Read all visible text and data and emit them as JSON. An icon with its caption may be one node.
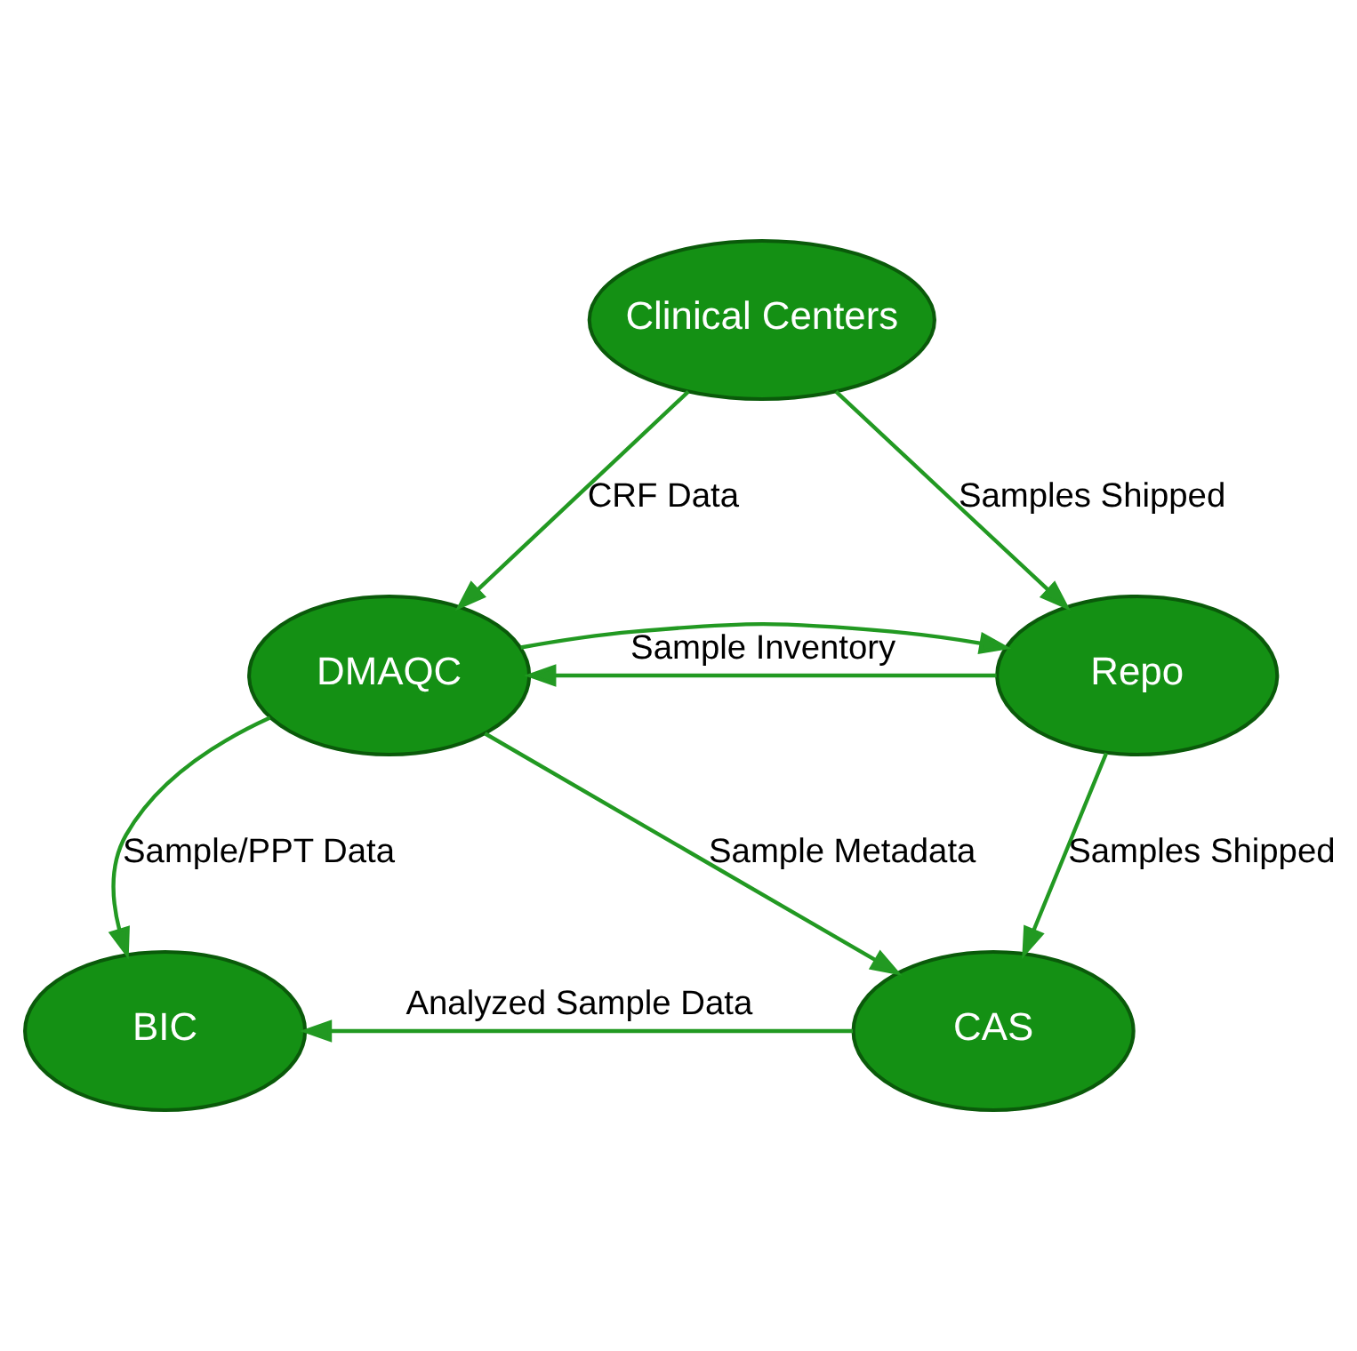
{
  "diagram": {
    "nodes": [
      {
        "text": [
          "Clinical Centers"
        ]
      },
      {
        "text": [
          "DMAQC"
        ]
      },
      {
        "text": [
          "Repo"
        ]
      },
      {
        "text": [
          "BIC"
        ]
      },
      {
        "text": [
          "CAS"
        ]
      }
    ],
    "edges": [
      {
        "from": 0,
        "to": 1,
        "arrow": "to",
        "label": "CRF Data"
      },
      {
        "from": 0,
        "to": 2,
        "arrow": "to",
        "label": "Samples Shipped"
      },
      {
        "from": 2,
        "to": 1,
        "arrow": "to",
        "label": "Sample Inventory"
      },
      {
        "from": 1,
        "to": 2,
        "arrow": "to"
      },
      {
        "from": 1,
        "to": 3,
        "arrow": "to",
        "label": "Sample/PPT Data"
      },
      {
        "from": 1,
        "to": 4,
        "arrow": "to",
        "label": "Sample Metadata"
      },
      {
        "from": 2,
        "to": 4,
        "arrow": "to",
        "label": "Samples Shipped"
      },
      {
        "from": 4,
        "to": 3,
        "arrow": "to",
        "label": "Analyzed Sample Data"
      }
    ]
  }
}
